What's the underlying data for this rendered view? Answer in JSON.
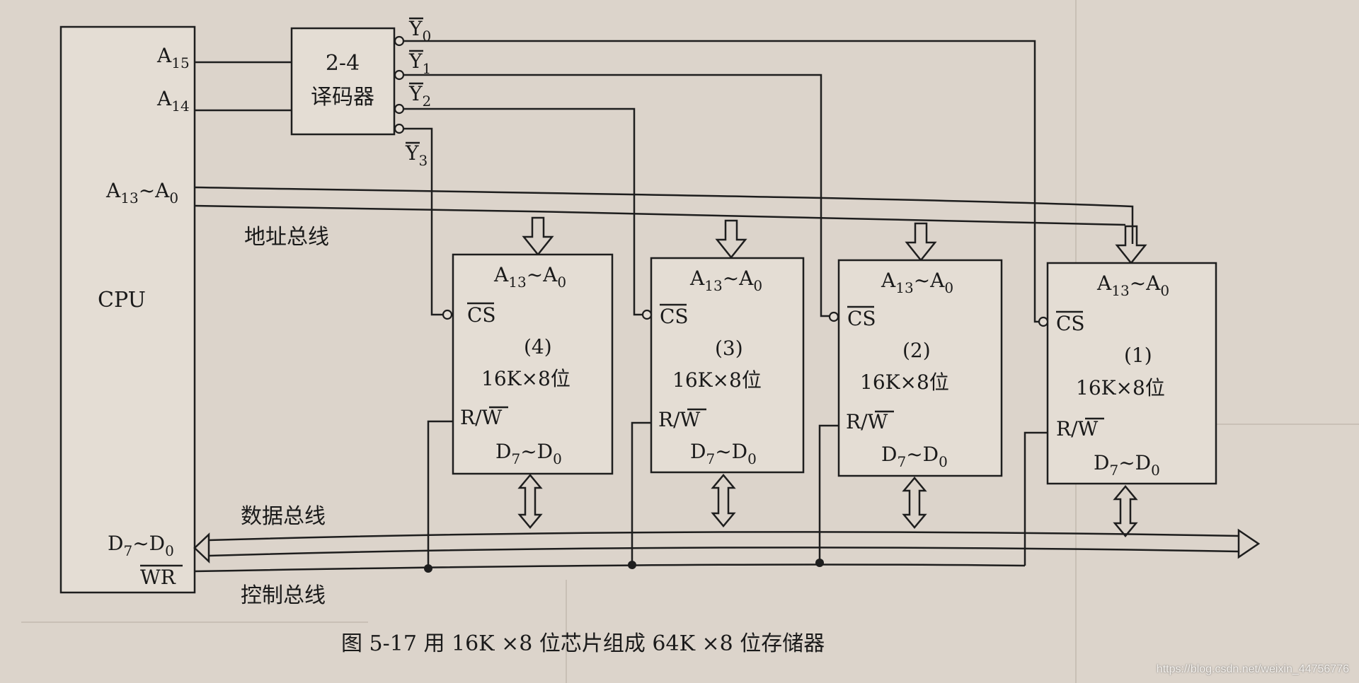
{
  "cpu": {
    "label": "CPU",
    "pins": {
      "a15": {
        "base": "A",
        "sub": "15"
      },
      "a14": {
        "base": "A",
        "sub": "14"
      },
      "a13_a0": {
        "b1": "A",
        "s1": "13",
        "mid": "~A",
        "s2": "0"
      },
      "d7_d0": {
        "b1": "D",
        "s1": "7",
        "mid": "~D",
        "s2": "0"
      },
      "wr": "WR"
    }
  },
  "decoder": {
    "line1": "2-4",
    "line2": "译码器",
    "outputs": [
      {
        "base": "Y",
        "sub": "0"
      },
      {
        "base": "Y",
        "sub": "1"
      },
      {
        "base": "Y",
        "sub": "2"
      },
      {
        "base": "Y",
        "sub": "3"
      }
    ]
  },
  "chips": [
    {
      "num": "(4)",
      "size": "16K×8位",
      "addr": {
        "b1": "A",
        "s1": "13",
        "mid": "~A",
        "s2": "0"
      },
      "cs": "CS",
      "rw": {
        "r": "R/",
        "w": "W"
      },
      "data": {
        "b1": "D",
        "s1": "7",
        "mid": "~D",
        "s2": "0"
      }
    },
    {
      "num": "(3)",
      "size": "16K×8位",
      "addr": {
        "b1": "A",
        "s1": "13",
        "mid": "~A",
        "s2": "0"
      },
      "cs": "CS",
      "rw": {
        "r": "R/",
        "w": "W"
      },
      "data": {
        "b1": "D",
        "s1": "7",
        "mid": "~D",
        "s2": "0"
      }
    },
    {
      "num": "(2)",
      "size": "16K×8位",
      "addr": {
        "b1": "A",
        "s1": "13",
        "mid": "~A",
        "s2": "0"
      },
      "cs": "CS",
      "rw": {
        "r": "R/",
        "w": "W"
      },
      "data": {
        "b1": "D",
        "s1": "7",
        "mid": "~D",
        "s2": "0"
      }
    },
    {
      "num": "(1)",
      "size": "16K×8位",
      "addr": {
        "b1": "A",
        "s1": "13",
        "mid": "~A",
        "s2": "0"
      },
      "cs": "CS",
      "rw": {
        "r": "R/",
        "w": "W"
      },
      "data": {
        "b1": "D",
        "s1": "7",
        "mid": "~D",
        "s2": "0"
      }
    }
  ],
  "buses": {
    "address": "地址总线",
    "data": "数据总线",
    "control": "控制总线"
  },
  "caption": "图 5-17   用 16K ×8 位芯片组成 64K ×8 位存储器",
  "watermark": "https://blog.csdn.net/weixin_44756776",
  "colors": {
    "paper": "#dcd4cb",
    "ink": "#1e1e1e"
  }
}
